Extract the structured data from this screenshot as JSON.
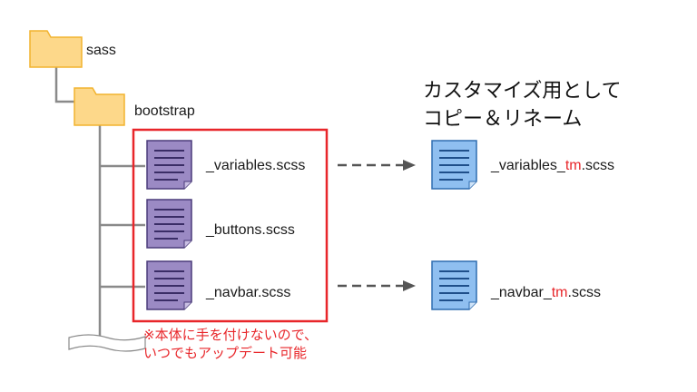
{
  "folders": [
    {
      "name": "sass",
      "icon": "folder-icon"
    },
    {
      "name": "bootstrap",
      "icon": "folder-icon"
    }
  ],
  "source_files": [
    {
      "name": "_variables.scss",
      "icon": "document-icon",
      "color": "#9b8ac4"
    },
    {
      "name": "_buttons.scss",
      "icon": "document-icon",
      "color": "#9b8ac4"
    },
    {
      "name": "_navbar.scss",
      "icon": "document-icon",
      "color": "#9b8ac4"
    }
  ],
  "heading": {
    "line1": "カスタマイズ用として",
    "line2": "コピー＆リネーム"
  },
  "copied_files": [
    {
      "prefix": "_variables_",
      "highlight": "tm",
      "suffix": ".scss",
      "icon": "document-icon",
      "color": "#8fbff0"
    },
    {
      "prefix": "_navbar_",
      "highlight": "tm",
      "suffix": ".scss",
      "icon": "document-icon",
      "color": "#8fbff0"
    }
  ],
  "note": {
    "line1": "※本体に手を付けないので、",
    "line2": "いつでもアップデート可能"
  },
  "colors": {
    "folder_fill": "#fdd88a",
    "folder_stroke": "#f2b32e",
    "highlight_box": "#e8262a",
    "highlight_text": "#e8262a",
    "tree_line": "#8a8a8a",
    "arrow": "#555555"
  }
}
